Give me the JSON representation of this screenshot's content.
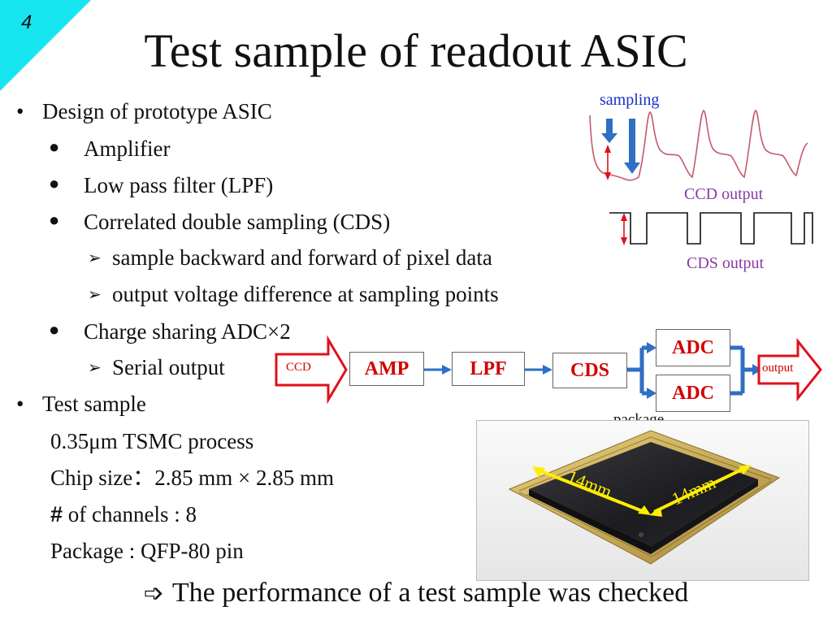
{
  "slide": {
    "page_number": "4",
    "title": "Test sample of readout ASIC"
  },
  "bullets": {
    "design": "Design of prototype ASIC",
    "amplifier": "Amplifier",
    "lpf": "Low pass filter (LPF)",
    "cds": "Correlated double sampling (CDS)",
    "cds_sub1": "sample backward and forward of pixel data",
    "cds_sub2": "output voltage difference at sampling points",
    "adc": "Charge sharing ADC×2",
    "adc_sub1": "Serial output",
    "test_sample": "Test sample",
    "process": "0.35μm TSMC process",
    "chip_size": "Chip size：2.85 mm × 2.85 mm",
    "channels_hash": "#",
    "channels_text": " of channels : 8",
    "package": "Package : QFP-80 pin"
  },
  "waveforms": {
    "sampling_label": "sampling",
    "ccd_output_label": "CCD output",
    "cds_output_label": "CDS output"
  },
  "block_diagram": {
    "input": "CCD",
    "amp": "AMP",
    "lpf": "LPF",
    "cds": "CDS",
    "adc_top": "ADC",
    "adc_bottom": "ADC",
    "output": "output"
  },
  "chip": {
    "package_label": "package",
    "dim_left": "14mm",
    "dim_right": "14mm"
  },
  "conclusion": "The performance of a test sample was checked",
  "colors": {
    "corner": "#17e6f0",
    "block_text": "#d00000",
    "arrow_blue": "#2f6fc4",
    "label_purple": "#8a3aa6",
    "sampling_blue": "#1a2fc8",
    "ccd_wave": "#c45a6e",
    "marker_red": "#e0101a",
    "dimension_yellow": "#ffee00"
  }
}
